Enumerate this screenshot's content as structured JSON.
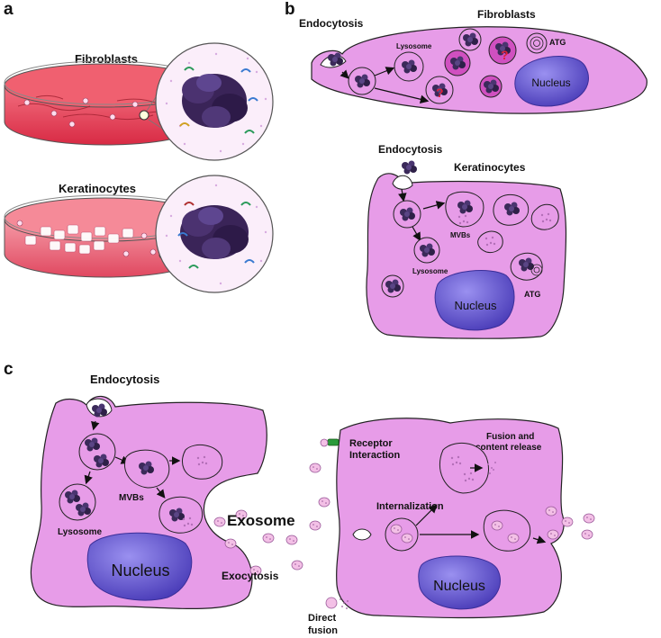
{
  "panels": {
    "a": {
      "letter": "a",
      "dish1_label": "Fibroblasts",
      "dish2_label": "Keratinocytes"
    },
    "b": {
      "letter": "b",
      "fib_endocytosis": "Endocytosis",
      "fib_title": "Fibroblasts",
      "fib_lysosome": "Lysosome",
      "fib_atg": "ATG",
      "fib_nucleus": "Nucleus",
      "ker_endocytosis": "Endocytosis",
      "ker_title": "Keratinocytes",
      "ker_mvbs": "MVBs",
      "ker_lysosome": "Lysosome",
      "ker_atg": "ATG",
      "ker_nucleus": "Nucleus"
    },
    "c": {
      "letter": "c",
      "endocytosis": "Endocytosis",
      "mvbs": "MVBs",
      "lysosome": "Lysosome",
      "nucleus_left": "Nucleus",
      "exosome": "Exosome",
      "exocytosis": "Exocytosis",
      "receptor_line1": "Receptor",
      "receptor_line2": "Interaction",
      "fusion_line1": "Fusion and",
      "fusion_line2": "content release",
      "internalization": "Internalization",
      "nucleus_right": "Nucleus",
      "direct_line1": "Direct",
      "direct_line2": "fusion"
    }
  },
  "colors": {
    "cell_fill": "#e79ce8",
    "nucleus_fill": "#6c5fd8",
    "dish_red": "#e8465a",
    "dish_pink": "#f07888",
    "question_mark": "#e0203a",
    "cluster": "#3b2a5a"
  }
}
